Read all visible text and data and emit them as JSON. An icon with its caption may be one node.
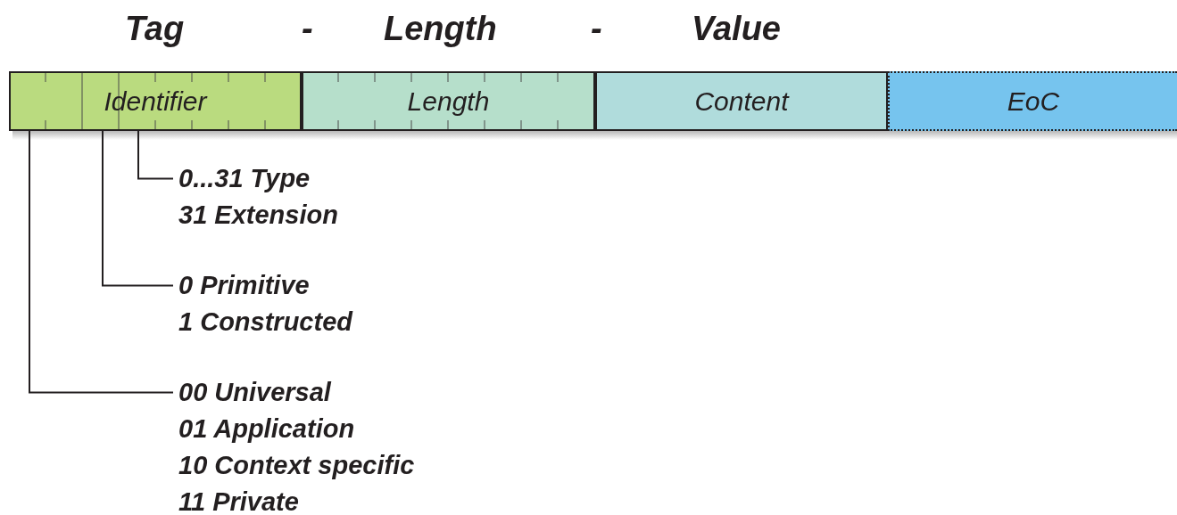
{
  "diagram": {
    "nodes": [
      {
        "text": [
          "Identifier"
        ]
      },
      {
        "text": [
          "Length"
        ]
      },
      {
        "text": [
          "Content"
        ]
      },
      {
        "text": [
          "EoC"
        ]
      },
      {
        "text": [
          "0...31 Type",
          "31 Extension"
        ]
      },
      {
        "text": [
          "0 Primitive",
          "1 Constructed"
        ]
      },
      {
        "text": [
          "00 Universal",
          "01 Application",
          "10 Context specific",
          "11 Private"
        ]
      }
    ],
    "edges": [
      {
        "from": 4,
        "to": 0,
        "arrow": "none"
      },
      {
        "from": 5,
        "to": 0,
        "arrow": "none"
      },
      {
        "from": 6,
        "to": 0,
        "arrow": "none"
      }
    ],
    "labels": [
      "Tag",
      "-",
      "Length",
      "-",
      "Value"
    ]
  }
}
